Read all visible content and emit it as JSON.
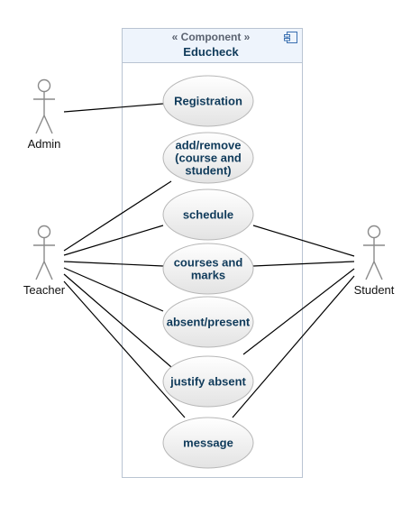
{
  "component": {
    "stereotype": "« Component »",
    "name": "Educheck",
    "icon": "component-icon"
  },
  "actors": [
    {
      "id": "admin",
      "label": "Admin"
    },
    {
      "id": "teacher",
      "label": "Teacher"
    },
    {
      "id": "student",
      "label": "Student"
    }
  ],
  "use_cases": [
    {
      "id": "registration",
      "lines": [
        "Registration"
      ]
    },
    {
      "id": "add-remove",
      "lines": [
        "add/remove",
        "(course and",
        "student)"
      ]
    },
    {
      "id": "schedule",
      "lines": [
        "schedule"
      ]
    },
    {
      "id": "courses-marks",
      "lines": [
        "courses and",
        "marks"
      ]
    },
    {
      "id": "absent-present",
      "lines": [
        "absent/present"
      ]
    },
    {
      "id": "justify-absent",
      "lines": [
        "justify absent"
      ]
    },
    {
      "id": "message",
      "lines": [
        "message"
      ]
    }
  ],
  "associations": [
    {
      "actor": "admin",
      "use_case": "registration"
    },
    {
      "actor": "teacher",
      "use_case": "add-remove"
    },
    {
      "actor": "teacher",
      "use_case": "schedule"
    },
    {
      "actor": "teacher",
      "use_case": "courses-marks"
    },
    {
      "actor": "teacher",
      "use_case": "absent-present"
    },
    {
      "actor": "teacher",
      "use_case": "justify-absent"
    },
    {
      "actor": "teacher",
      "use_case": "message"
    },
    {
      "actor": "student",
      "use_case": "schedule"
    },
    {
      "actor": "student",
      "use_case": "courses-marks"
    },
    {
      "actor": "student",
      "use_case": "justify-absent"
    },
    {
      "actor": "student",
      "use_case": "message"
    }
  ],
  "colors": {
    "component_fill": "#ffffff",
    "component_header_fill": "#eef4fc",
    "component_border": "#b9c4d2",
    "use_case_border": "#b7b7b7",
    "use_case_text": "#0f3a5a",
    "actor_stroke": "#8a8a8a",
    "line": "#000000"
  }
}
